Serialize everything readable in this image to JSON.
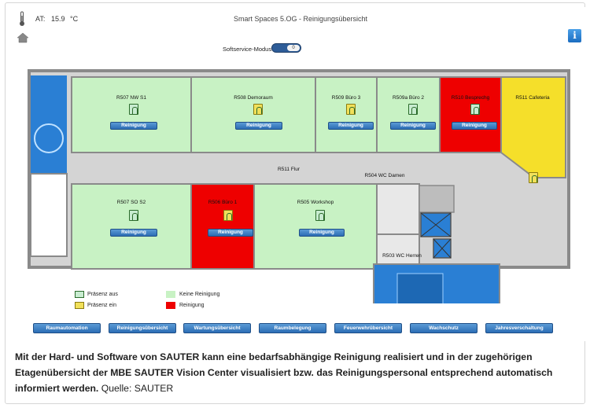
{
  "header": {
    "at_label": "AT:",
    "at_value": "15.9",
    "at_unit": "°C",
    "title": "Smart Spaces 5.OG  -  Reinigungsübersicht"
  },
  "softservice": {
    "label": "Softservice-Modus",
    "value": "0"
  },
  "rooms": [
    {
      "name": "R507 NW S1",
      "button": "Reinigung",
      "status": "keine"
    },
    {
      "name": "R508 Demoraum",
      "button": "Reinigung",
      "status": "keine"
    },
    {
      "name": "R509 Büro 3",
      "button": "Reinigung",
      "status": "keine"
    },
    {
      "name": "R509a Büro 2",
      "button": "Reinigung",
      "status": "keine"
    },
    {
      "name": "R510 Besprechg",
      "button": "Reinigung",
      "status": "reinigung"
    },
    {
      "name": "R511 Cafeteria",
      "status": "cafeteria"
    },
    {
      "name": "R507 SO S2",
      "button": "Reinigung",
      "status": "keine"
    },
    {
      "name": "R506 Büro 1",
      "button": "Reinigung",
      "status": "reinigung"
    },
    {
      "name": "R505 Workshop",
      "button": "Reinigung",
      "status": "keine"
    },
    {
      "name": "R511 Flur"
    },
    {
      "name": "R504 WC Damen"
    },
    {
      "name": "R503 WC Herren"
    }
  ],
  "legend": {
    "presence_off": "Präsenz aus",
    "presence_on": "Präsenz ein",
    "no_cleaning": "Keine Reinigung",
    "cleaning": "Reinigung"
  },
  "colors": {
    "keine": "#c8f2c4",
    "reinigung": "#ee0000",
    "cafeteria": "#f5df2a",
    "stair": "#2a7fd4",
    "wall": "#8a8a8a",
    "corridor": "#d2d2d2",
    "accent": "#2c6db5"
  },
  "nav": [
    "Raumautomation",
    "Reinigungsübersicht",
    "Wartungsübersicht",
    "Raumbelegung",
    "Feuerwehrübersicht",
    "Wachschutz",
    "Jahresverschaltung"
  ],
  "caption": {
    "bold": "Mit der Hard- und Software von SAUTER kann eine bedarfsabhängige Reinigung realisiert und in der zugehörigen Etagenübersicht der MBE SAUTER Vision Center visualisiert bzw. das Reinigungspersonal entsprechend automatisch informiert werden.",
    "source": "Quelle: SAUTER"
  }
}
